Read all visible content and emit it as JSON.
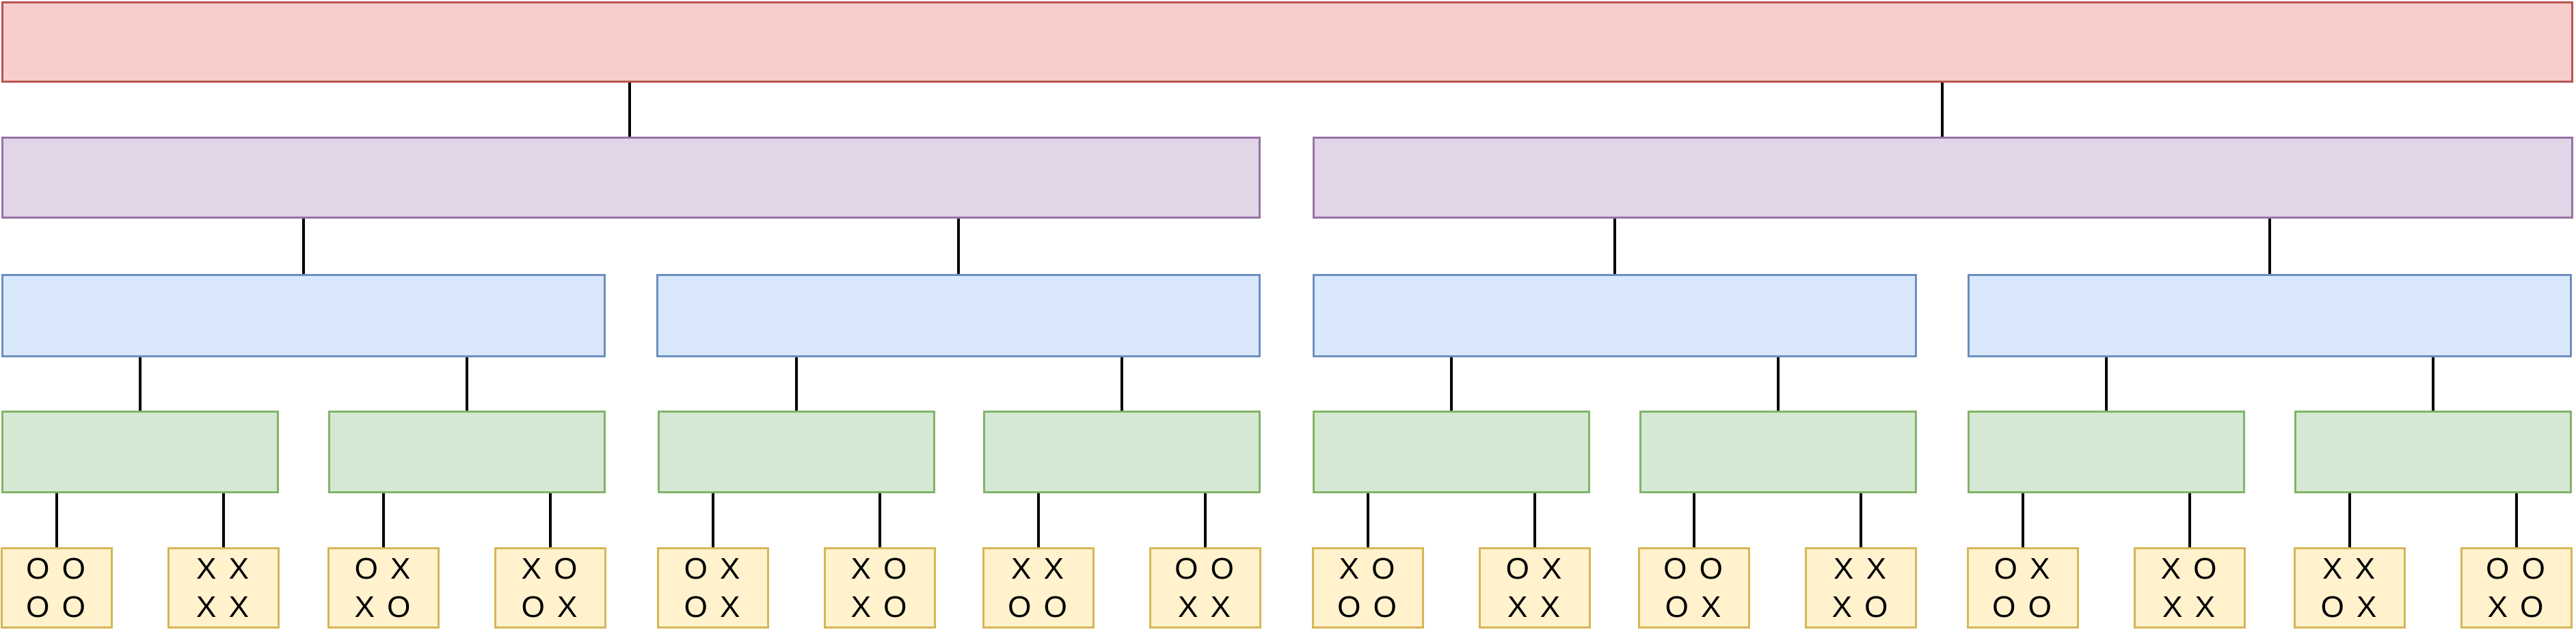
{
  "colors": {
    "root_fill": "#f8cecc",
    "root_stroke": "#b85450",
    "level1_fill": "#e1d5e7",
    "level1_stroke": "#9673a6",
    "level2_fill": "#dae8fc",
    "level2_stroke": "#6c8ebf",
    "level3_fill": "#d5e8d4",
    "level3_stroke": "#82b366",
    "leaf_fill": "#fff2cc",
    "leaf_stroke": "#d6b656",
    "connector": "#000000",
    "leaf_text": "#000000"
  },
  "tree": {
    "root_label": "",
    "level1_labels": [
      "",
      ""
    ],
    "level2_labels": [
      "",
      "",
      "",
      ""
    ],
    "level3_labels": [
      "",
      "",
      "",
      "",
      "",
      "",
      "",
      ""
    ],
    "leaves": [
      {
        "row1": "O O",
        "row2": "O O"
      },
      {
        "row1": "X X",
        "row2": "X X"
      },
      {
        "row1": "O X",
        "row2": "X O"
      },
      {
        "row1": "X O",
        "row2": "O X"
      },
      {
        "row1": "O X",
        "row2": "O X"
      },
      {
        "row1": "X O",
        "row2": "X O"
      },
      {
        "row1": "X X",
        "row2": "O O"
      },
      {
        "row1": "O O",
        "row2": "X X"
      },
      {
        "row1": "X O",
        "row2": "O O"
      },
      {
        "row1": "O X",
        "row2": "X X"
      },
      {
        "row1": "O O",
        "row2": "O X"
      },
      {
        "row1": "X X",
        "row2": "X O"
      },
      {
        "row1": "O X",
        "row2": "O O"
      },
      {
        "row1": "X O",
        "row2": "X X"
      },
      {
        "row1": "X X",
        "row2": "O X"
      },
      {
        "row1": "O O",
        "row2": "X O"
      }
    ]
  }
}
